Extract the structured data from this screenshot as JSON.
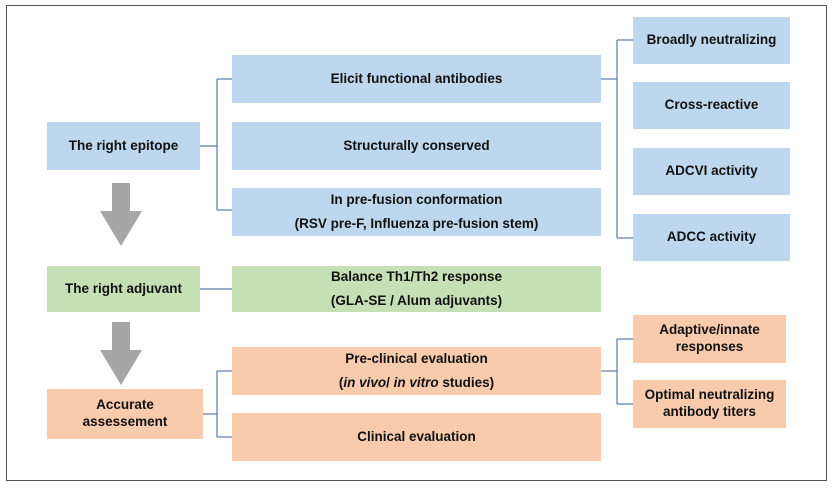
{
  "colors": {
    "blue": "#bdd7ee",
    "green": "#c5e0b4",
    "orange": "#f8cbad",
    "arrow": "#a6a6a6",
    "connector": "#5b7ba8"
  },
  "left_column": {
    "epitope": "The right epitope",
    "adjuvant": "The right adjuvant",
    "assessment_line1": "Accurate",
    "assessment_line2": "assessement"
  },
  "epitope_branch": {
    "functional": "Elicit functional antibodies",
    "conserved": "Structurally conserved",
    "prefusion_line1": "In pre-fusion conformation",
    "prefusion_line2": "(RSV pre-F, Influenza pre-fusion stem)"
  },
  "antibody_properties": {
    "broadly": "Broadly neutralizing",
    "cross": "Cross-reactive",
    "adcvi": "ADCVI activity",
    "adcc": "ADCC activity"
  },
  "adjuvant_branch": {
    "line1": "Balance Th1/Th2 response",
    "line2": "(GLA-SE / Alum adjuvants)"
  },
  "assessment_branch": {
    "preclinical_line1": "Pre-clinical evaluation",
    "preclinical_italic1": "in vivo",
    "preclinical_sep": "/ ",
    "preclinical_italic2": "in vitro",
    "preclinical_suffix": " studies)",
    "clinical": "Clinical evaluation"
  },
  "preclinical_outcomes": {
    "adaptive_line1": "Adaptive/innate",
    "adaptive_line2": "responses",
    "titers_line1": "Optimal neutralizing",
    "titers_line2": "antibody titers"
  }
}
